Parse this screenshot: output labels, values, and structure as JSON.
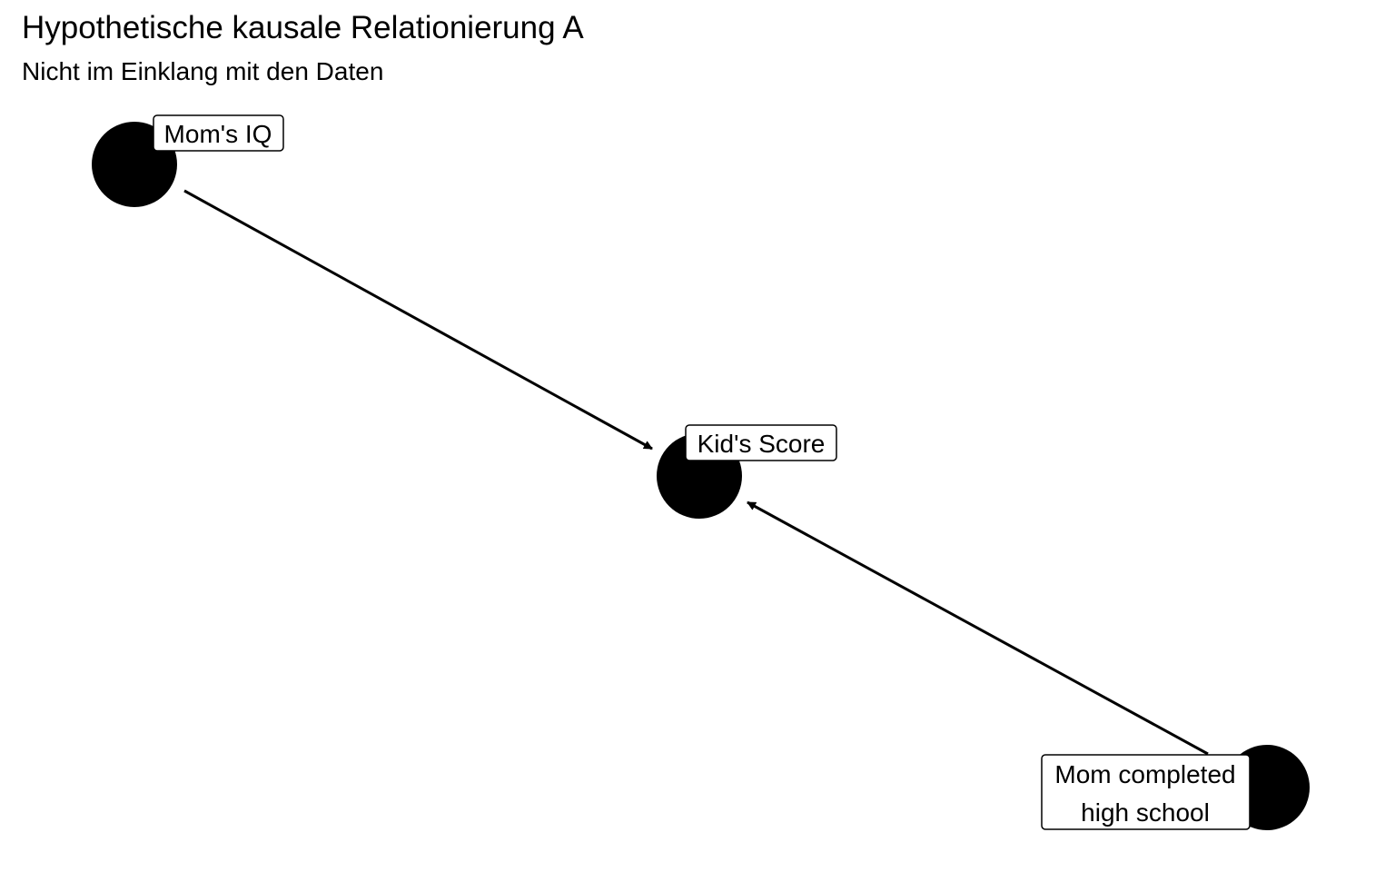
{
  "title": "Hypothetische kausale Relationierung A",
  "subtitle": "Nicht im Einklang mit den Daten",
  "nodes": [
    {
      "id": "moms_iq",
      "label_lines": [
        "Mom's IQ"
      ]
    },
    {
      "id": "kids_score",
      "label_lines": [
        "Kid's Score"
      ]
    },
    {
      "id": "mom_hs",
      "label_lines": [
        "Mom completed",
        "high school"
      ]
    }
  ],
  "edges": [
    {
      "from": "moms_iq",
      "to": "kids_score"
    },
    {
      "from": "mom_hs",
      "to": "kids_score"
    }
  ],
  "colors": {
    "node": "#000000",
    "edge": "#000000",
    "label_bg": "#ffffff",
    "label_border": "#000000"
  }
}
